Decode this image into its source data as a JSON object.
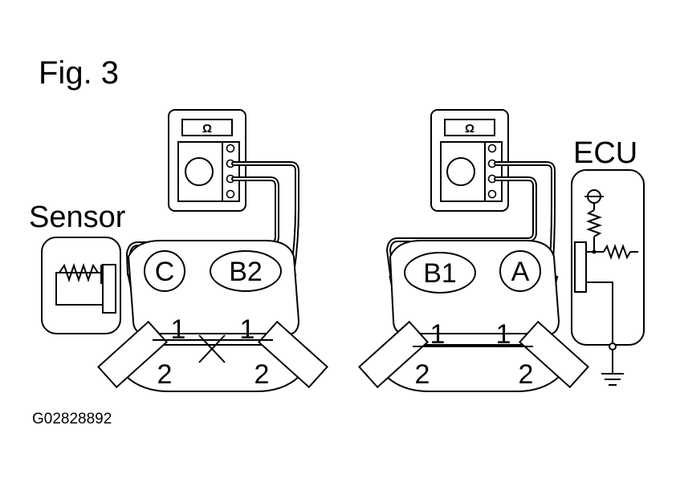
{
  "figure_label": "Fig. 3",
  "sensor_label": "Sensor",
  "ecu_label": "ECU",
  "meter_symbol": "Ω",
  "left_connector": {
    "labels": {
      "c": "C",
      "b2": "B2"
    },
    "pins": {
      "top_left": "1",
      "top_right": "1",
      "bottom_left": "2",
      "bottom_right": "2"
    }
  },
  "right_connector": {
    "labels": {
      "b1": "B1",
      "a": "A"
    },
    "pins": {
      "top_left": "1",
      "top_right": "1",
      "bottom_left": "2",
      "bottom_right": "2"
    }
  },
  "figure_code": "G02828892"
}
